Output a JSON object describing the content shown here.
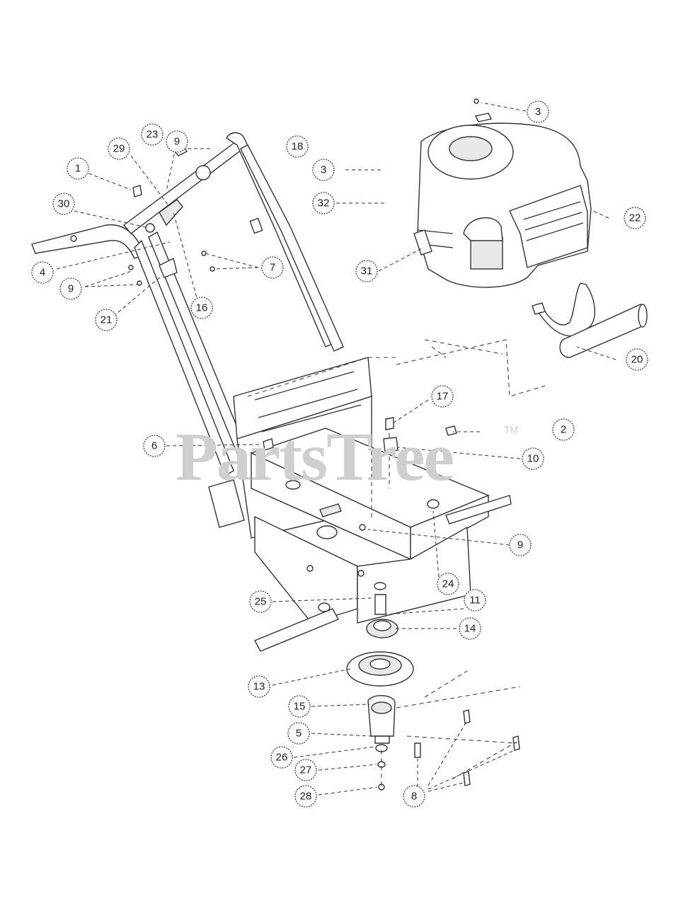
{
  "watermark": {
    "text": "PartsTree",
    "tm": "TM"
  },
  "callouts": [
    "1",
    "2",
    "3",
    "3",
    "4",
    "5",
    "6",
    "7",
    "8",
    "9",
    "9",
    "9",
    "10",
    "11",
    "13",
    "14",
    "15",
    "16",
    "17",
    "18",
    "20",
    "21",
    "22",
    "23",
    "24",
    "25",
    "26",
    "27",
    "28",
    "29",
    "30",
    "31",
    "32"
  ]
}
